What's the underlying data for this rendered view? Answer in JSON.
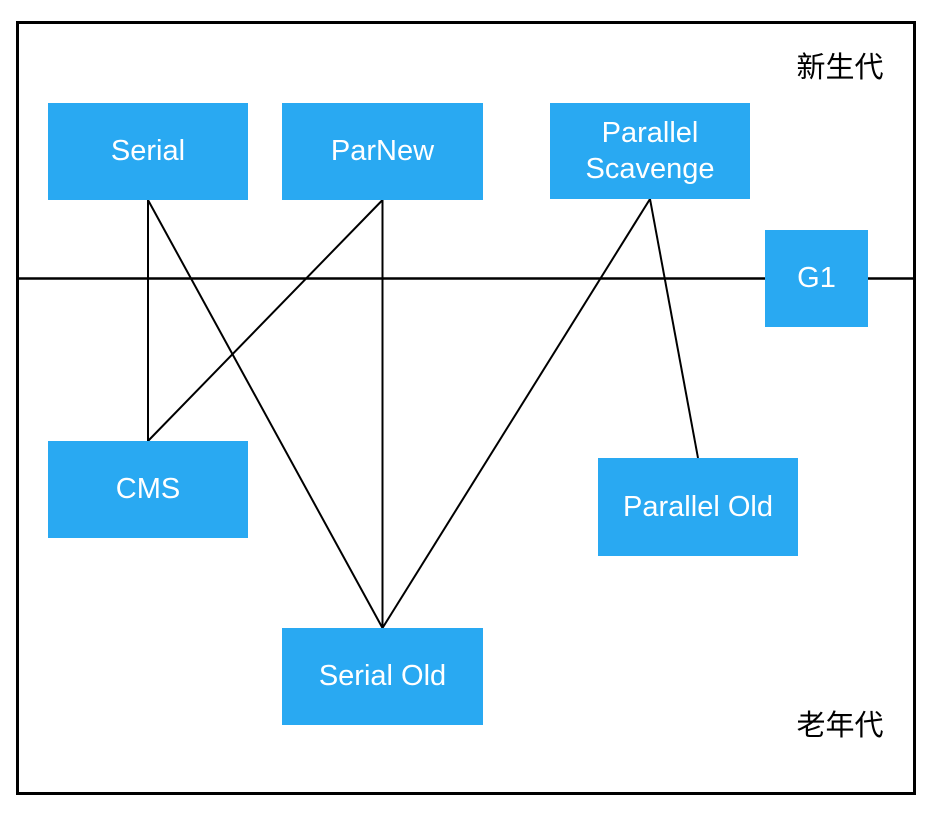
{
  "diagram": {
    "kind": "jvm-garbage-collector-pairing-diagram",
    "regions": [
      {
        "id": "young",
        "label": "新生代"
      },
      {
        "id": "old",
        "label": "老年代"
      }
    ],
    "nodes": [
      {
        "id": "serial",
        "label": "Serial",
        "region": "young"
      },
      {
        "id": "parnew",
        "label": "ParNew",
        "region": "young"
      },
      {
        "id": "parallel-scavenge",
        "label": "Parallel Scavenge",
        "region": "young"
      },
      {
        "id": "g1",
        "label": "G1",
        "region": "young-and-old"
      },
      {
        "id": "cms",
        "label": "CMS",
        "region": "old"
      },
      {
        "id": "parallel-old",
        "label": "Parallel Old",
        "region": "old"
      },
      {
        "id": "serial-old",
        "label": "Serial Old",
        "region": "old"
      }
    ],
    "edges": [
      {
        "from": "serial",
        "to": "cms"
      },
      {
        "from": "serial",
        "to": "serial-old"
      },
      {
        "from": "parnew",
        "to": "cms"
      },
      {
        "from": "parnew",
        "to": "serial-old"
      },
      {
        "from": "parallel-scavenge",
        "to": "serial-old"
      },
      {
        "from": "parallel-scavenge",
        "to": "parallel-old"
      }
    ],
    "colors": {
      "node_fill": "#29A9F2",
      "node_text": "#FFFFFF",
      "line": "#000000",
      "frame": "#000000",
      "background": "#FFFFFF",
      "region_label_text": "#000000"
    }
  }
}
